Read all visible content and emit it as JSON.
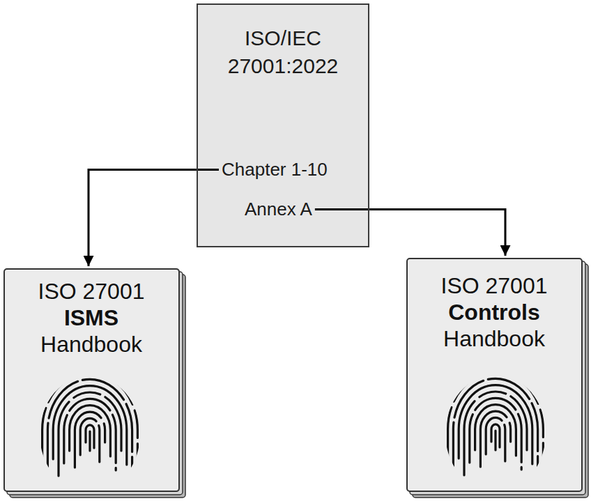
{
  "diagram": {
    "nodes": [
      {
        "text": [
          "ISO/IEC 27001:2022"
        ]
      },
      {
        "text": [
          "Chapter 1-10"
        ],
        "in": 0
      },
      {
        "text": [
          "Annex A"
        ],
        "in": 0
      },
      {
        "text": [
          "ISO 27001",
          "ISMS",
          "Handbook"
        ]
      },
      {
        "text": [
          "ISO 27001",
          "Controls",
          "Handbook"
        ]
      }
    ],
    "edges": [
      {
        "from": 1,
        "to": 3,
        "arrow": "to"
      },
      {
        "from": 2,
        "to": 4,
        "arrow": "to"
      }
    ]
  }
}
